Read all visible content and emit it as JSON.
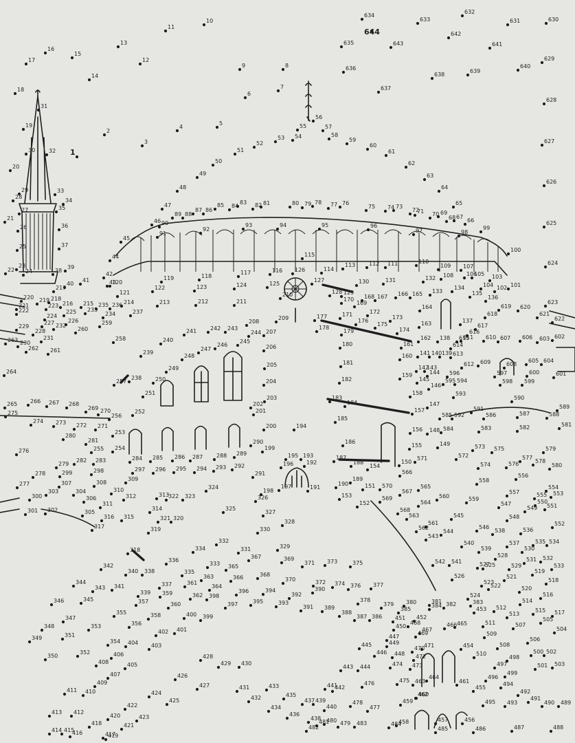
{
  "puzzle": {
    "start_label": "1",
    "end_label": "644",
    "labels": [
      "1",
      "2",
      "3",
      "4",
      "5",
      "6",
      "7",
      "8",
      "9",
      "10",
      "11",
      "12",
      "13",
      "14",
      "15",
      "16",
      "17",
      "18",
      "19",
      "20",
      "21",
      "22",
      "23",
      "24",
      "25",
      "26",
      "27",
      "28",
      "29",
      "30",
      "31",
      "32",
      "33",
      "34",
      "35",
      "36",
      "37",
      "38",
      "39",
      "40",
      "41",
      "42",
      "43",
      "44",
      "45",
      "46",
      "47",
      "48",
      "49",
      "50",
      "51",
      "52",
      "53",
      "54",
      "55",
      "56",
      "57",
      "58",
      "59",
      "60",
      "61",
      "62",
      "63",
      "64",
      "65",
      "66",
      "67",
      "68",
      "69",
      "70",
      "71",
      "72",
      "73",
      "74",
      "75",
      "76",
      "77",
      "78",
      "79",
      "80",
      "81",
      "82",
      "83",
      "84",
      "85",
      "86",
      "87",
      "88",
      "89",
      "90",
      "91",
      "92",
      "93",
      "94",
      "95",
      "96",
      "97",
      "98",
      "99",
      "100",
      "101",
      "102",
      "103",
      "104",
      "105",
      "106",
      "107",
      "108",
      "109",
      "110",
      "111",
      "112",
      "113",
      "114",
      "115",
      "116",
      "117",
      "118",
      "119",
      "120",
      "121",
      "122",
      "123",
      "124",
      "125",
      "126",
      "127",
      "128",
      "129",
      "130",
      "131",
      "132",
      "133",
      "134",
      "135",
      "136",
      "137",
      "138",
      "139",
      "140",
      "141",
      "142",
      "143",
      "144",
      "145",
      "146",
      "147",
      "148",
      "149",
      "150",
      "151",
      "152",
      "153",
      "154",
      "155",
      "156",
      "157",
      "158",
      "159",
      "160",
      "161",
      "162",
      "163",
      "164",
      "165",
      "166",
      "167",
      "168",
      "169",
      "170",
      "171",
      "172",
      "173",
      "174",
      "175",
      "176",
      "177",
      "178",
      "179",
      "180",
      "181",
      "182",
      "183",
      "184",
      "185",
      "186",
      "187",
      "188",
      "189",
      "190",
      "191",
      "192",
      "193",
      "194",
      "195",
      "196",
      "197",
      "198",
      "199",
      "200",
      "201",
      "202",
      "203",
      "204",
      "205",
      "206",
      "207",
      "208",
      "209",
      "210",
      "211",
      "212",
      "213",
      "214",
      "215",
      "216",
      "217",
      "218",
      "219",
      "220",
      "221",
      "222",
      "223",
      "224",
      "225",
      "226",
      "227",
      "228",
      "229",
      "230",
      "231",
      "232",
      "233",
      "234",
      "235",
      "236",
      "237",
      "238",
      "239",
      "240",
      "241",
      "242",
      "243",
      "244",
      "245",
      "246",
      "247",
      "248",
      "249",
      "250",
      "251",
      "252",
      "253",
      "254",
      "255",
      "256",
      "257",
      "258",
      "259",
      "260",
      "261",
      "262",
      "263",
      "264",
      "265",
      "266",
      "267",
      "268",
      "269",
      "270",
      "271",
      "272",
      "273",
      "274",
      "275",
      "276",
      "277",
      "278",
      "279",
      "280",
      "281",
      "282",
      "283",
      "284",
      "285",
      "286",
      "287",
      "288",
      "289",
      "290",
      "291",
      "292",
      "293",
      "294",
      "295",
      "296",
      "297",
      "298",
      "299",
      "300",
      "301",
      "302",
      "303",
      "304",
      "305",
      "306",
      "307",
      "308",
      "309",
      "310",
      "311",
      "312",
      "313",
      "314",
      "315",
      "316",
      "317",
      "318",
      "319",
      "320",
      "321",
      "322",
      "323",
      "324",
      "325",
      "326",
      "327",
      "328",
      "329",
      "330",
      "331",
      "332",
      "333",
      "334",
      "335",
      "336",
      "337",
      "338",
      "339",
      "340",
      "341",
      "342",
      "343",
      "344",
      "345",
      "346",
      "347",
      "348",
      "349",
      "350",
      "351",
      "352",
      "353",
      "354",
      "355",
      "356",
      "357",
      "358",
      "359",
      "360",
      "361",
      "362",
      "363",
      "364",
      "365",
      "366",
      "367",
      "368",
      "369",
      "370",
      "371",
      "372",
      "373",
      "374",
      "375",
      "376",
      "377",
      "378",
      "379",
      "380",
      "381",
      "382",
      "383",
      "384",
      "385",
      "386",
      "387",
      "388",
      "389",
      "390",
      "391",
      "392",
      "393",
      "394",
      "395",
      "396",
      "397",
      "398",
      "399",
      "400",
      "401",
      "402",
      "403",
      "404",
      "405",
      "406",
      "407",
      "408",
      "409",
      "410",
      "411",
      "412",
      "413",
      "414",
      "415",
      "416",
      "417",
      "418",
      "419",
      "420",
      "421",
      "422",
      "423",
      "424",
      "425",
      "426",
      "427",
      "428",
      "429",
      "430",
      "431",
      "432",
      "433",
      "434",
      "435",
      "436",
      "437",
      "438",
      "439",
      "440",
      "441",
      "442",
      "443",
      "444",
      "445",
      "446",
      "447",
      "448",
      "449",
      "450",
      "451",
      "452",
      "453",
      "454",
      "455",
      "456",
      "457",
      "458",
      "459",
      "460",
      "461",
      "462",
      "463",
      "464",
      "465",
      "466",
      "467",
      "468",
      "469",
      "470",
      "471",
      "472",
      "473",
      "474",
      "475",
      "476",
      "477",
      "478",
      "479",
      "480",
      "481",
      "482",
      "483",
      "484",
      "485",
      "486",
      "487",
      "488",
      "489",
      "490",
      "491",
      "492",
      "493",
      "494",
      "495",
      "496",
      "497",
      "498",
      "499",
      "500",
      "501",
      "502",
      "503",
      "504",
      "505",
      "506",
      "507",
      "508",
      "509",
      "510",
      "511",
      "512",
      "513",
      "514",
      "515",
      "516",
      "517",
      "518",
      "519",
      "520",
      "521",
      "522",
      "523",
      "524",
      "525",
      "526",
      "527",
      "528",
      "529",
      "530",
      "531",
      "532",
      "533",
      "534",
      "535",
      "536",
      "537",
      "538",
      "539",
      "540",
      "541",
      "542",
      "543",
      "544",
      "545",
      "546",
      "547",
      "548",
      "549",
      "550",
      "551",
      "552",
      "553",
      "554",
      "555",
      "556",
      "557",
      "558",
      "559",
      "560",
      "561",
      "562",
      "563",
      "564",
      "565",
      "566",
      "567",
      "568",
      "569",
      "570",
      "571",
      "572",
      "573",
      "574",
      "575",
      "576",
      "577",
      "578",
      "579",
      "580",
      "581",
      "582",
      "583",
      "584",
      "585",
      "586",
      "587",
      "588",
      "589",
      "590",
      "591",
      "592",
      "593",
      "594",
      "595",
      "596",
      "597",
      "598",
      "599",
      "600",
      "601",
      "602",
      "603",
      "604",
      "605",
      "606",
      "607",
      "608",
      "609",
      "610",
      "611",
      "612",
      "613",
      "614",
      "615",
      "616",
      "617",
      "618",
      "619",
      "620",
      "621",
      "622",
      "623",
      "624",
      "625",
      "626",
      "627",
      "628",
      "629",
      "630",
      "631",
      "632",
      "633",
      "634",
      "635",
      "636",
      "637",
      "638",
      "639",
      "640",
      "641",
      "642",
      "643",
      "644"
    ]
  }
}
